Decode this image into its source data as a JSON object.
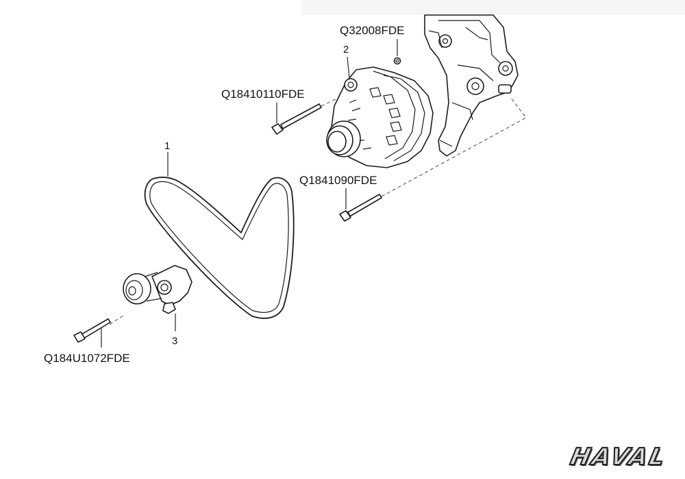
{
  "callouts": {
    "item_1": "1",
    "item_2": "2",
    "item_3": "3"
  },
  "part_numbers": {
    "nut": "Q32008FDE",
    "bolt_upper": "Q18410110FDE",
    "bolt_lower": "Q1841090FDE",
    "bolt_tensioner": "Q184U1072FDE"
  },
  "brand": {
    "logo_text": "HAVAL"
  }
}
